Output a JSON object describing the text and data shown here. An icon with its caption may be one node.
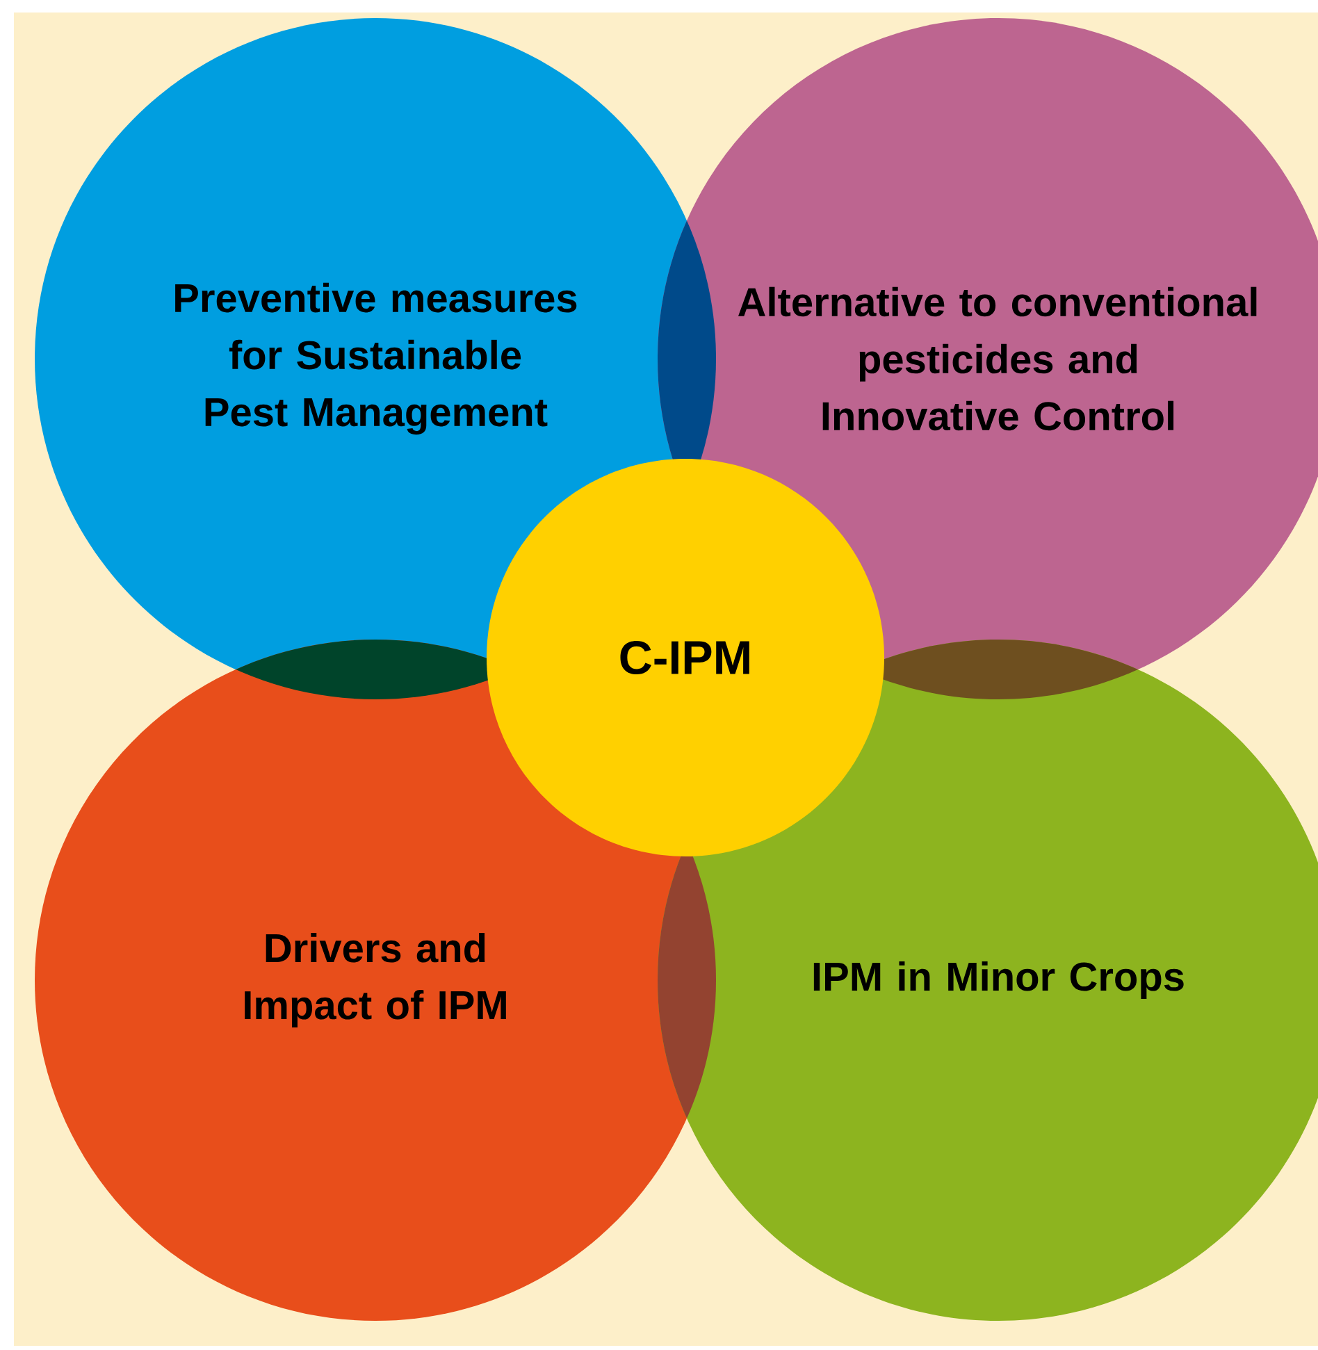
{
  "diagram": {
    "nodes": [
      {
        "text": [
          "Preventive measures for Sustainable Pest Management"
        ]
      },
      {
        "text": [
          "Alternative to conventional pesticides and Innovative Control"
        ]
      },
      {
        "text": [
          "C-IPM"
        ]
      },
      {
        "text": [
          "Drivers and Impact of IPM"
        ]
      },
      {
        "text": [
          "IPM in Minor Crops"
        ]
      }
    ]
  }
}
